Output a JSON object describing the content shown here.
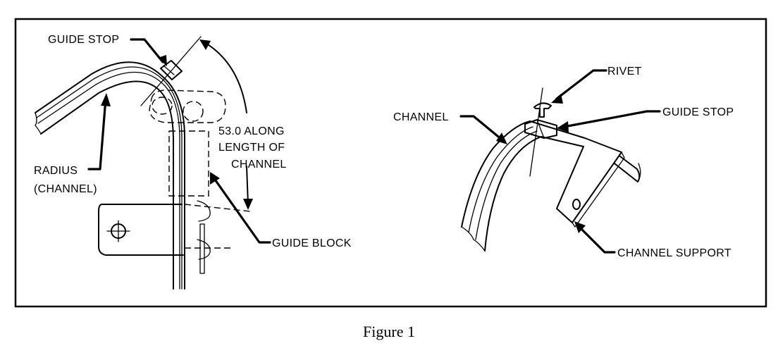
{
  "left_view": {
    "guide_stop": "GUIDE STOP",
    "radius_line1": "RADIUS",
    "radius_line2": "(CHANNEL)",
    "dimension_line1": "53.0 ALONG",
    "dimension_line2": "LENGTH OF",
    "dimension_line3": "CHANNEL",
    "guide_block": "GUIDE BLOCK"
  },
  "right_view": {
    "rivet": "RIVET",
    "channel": "CHANNEL",
    "guide_stop": "GUIDE STOP",
    "channel_support": "CHANNEL SUPPORT"
  },
  "caption": "Figure 1"
}
